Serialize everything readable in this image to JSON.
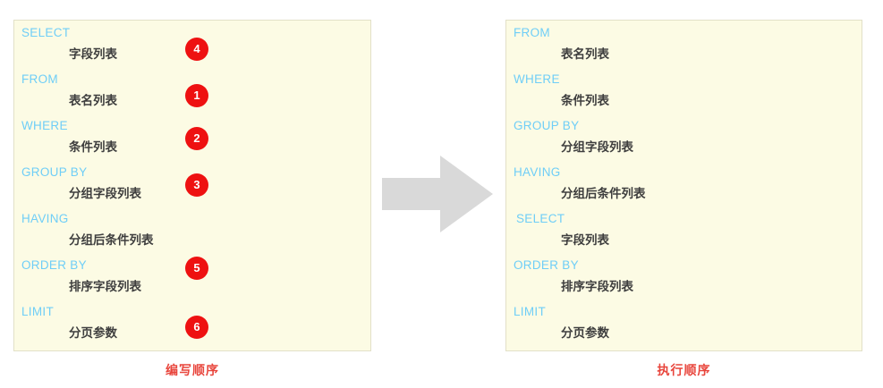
{
  "colors": {
    "panel_background": "#FCFBE4",
    "panel_border": "#E2E0C8",
    "keyword": "#6FCEF7",
    "value_text": "#3E3E3E",
    "badge_background": "#EE1111",
    "badge_text": "#FFFFFF",
    "caption": "#E8453C",
    "arrow": "#D9D9D9",
    "page_background": "#FFFFFF"
  },
  "left_panel": {
    "caption": "编写顺序",
    "clauses": [
      {
        "keyword": "SELECT",
        "value": "字段列表",
        "badge": "4"
      },
      {
        "keyword": "FROM",
        "value": "表名列表",
        "badge": "1"
      },
      {
        "keyword": "WHERE",
        "value": "条件列表",
        "badge": "2"
      },
      {
        "keyword": "GROUP  BY",
        "value": "分组字段列表",
        "badge": "3"
      },
      {
        "keyword": "HAVING",
        "value": "分组后条件列表",
        "badge": null
      },
      {
        "keyword": "ORDER BY",
        "value": "排序字段列表",
        "badge": "5"
      },
      {
        "keyword": "LIMIT",
        "value": "分页参数",
        "badge": "6"
      }
    ]
  },
  "right_panel": {
    "caption": "执行顺序",
    "clauses": [
      {
        "keyword": "FROM",
        "value": "表名列表",
        "indented": false
      },
      {
        "keyword": "WHERE",
        "value": "条件列表",
        "indented": false
      },
      {
        "keyword": "GROUP  BY",
        "value": "分组字段列表",
        "indented": false
      },
      {
        "keyword": "HAVING",
        "value": "分组后条件列表",
        "indented": false
      },
      {
        "keyword": "SELECT",
        "value": "字段列表",
        "indented": true
      },
      {
        "keyword": "ORDER BY",
        "value": "排序字段列表",
        "indented": false
      },
      {
        "keyword": "LIMIT",
        "value": "分页参数",
        "indented": false
      }
    ]
  },
  "arrow": {
    "direction": "right",
    "name": "transform-arrow"
  }
}
